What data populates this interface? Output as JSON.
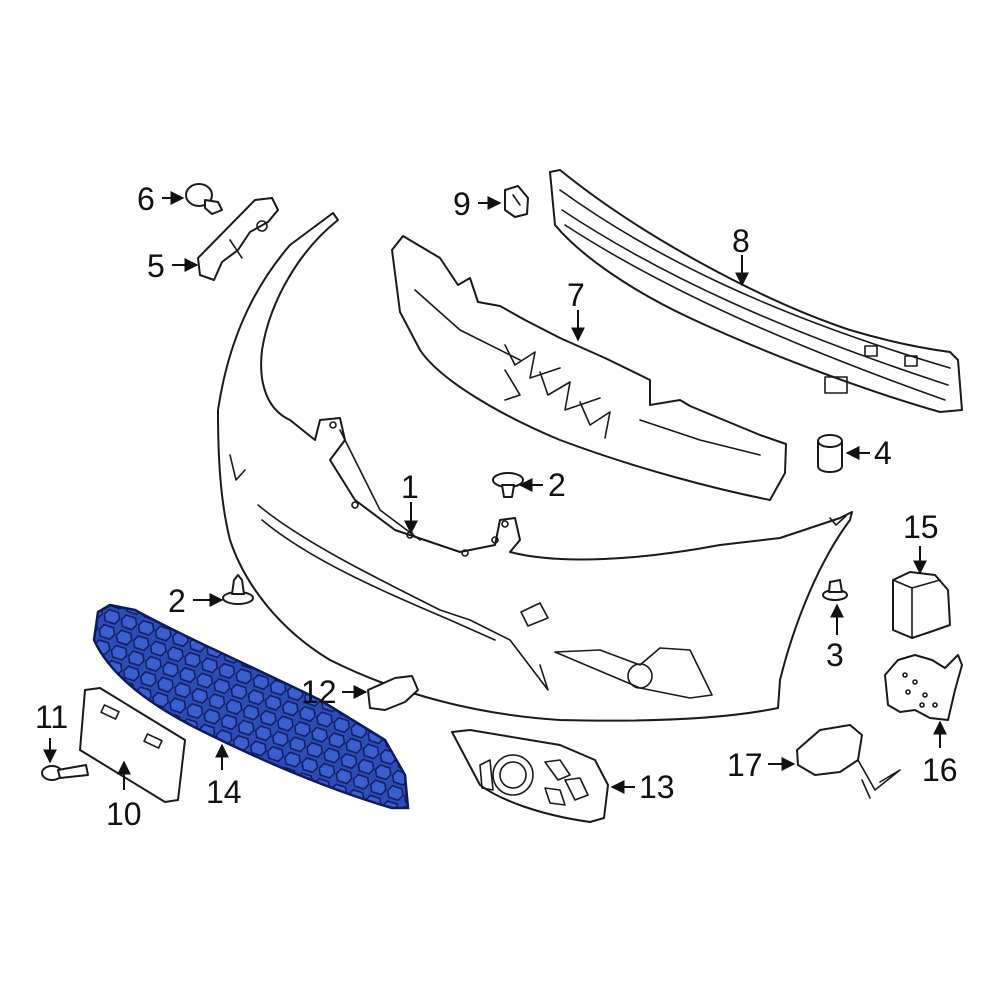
{
  "colors": {
    "line": "#1a1a1a",
    "highlight_fill": "#2f4bb8",
    "highlight_stroke": "#0d1a5c",
    "background": "#ffffff"
  },
  "callouts": {
    "c1": "1",
    "c2a": "2",
    "c2b": "2",
    "c3": "3",
    "c4": "4",
    "c5": "5",
    "c6": "6",
    "c7": "7",
    "c8": "8",
    "c9": "9",
    "c10": "10",
    "c11": "11",
    "c12": "12",
    "c13": "13",
    "c14": "14",
    "c15": "15",
    "c16": "16",
    "c17": "17"
  },
  "highlighted_part": "14"
}
